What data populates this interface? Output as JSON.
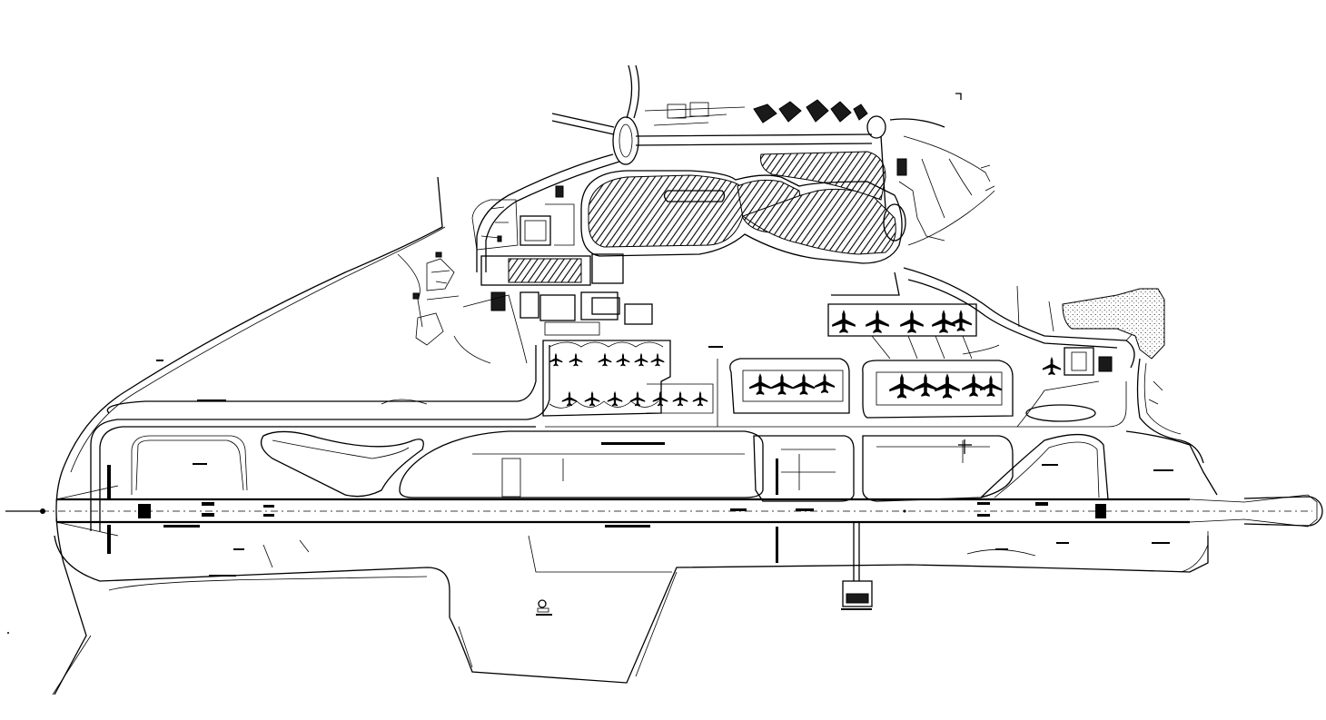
{
  "drawing": {
    "colors": {
      "line": "#000000",
      "background": "#ffffff"
    },
    "parts": {
      "runway": "runway",
      "parallel_taxiway": "parallel-taxiway",
      "apron_west": "apron-west",
      "apron_central": "apron-central",
      "apron_east": "apron-east",
      "landside_parking": "landside-parking",
      "access_road": "access-road",
      "roundabout": "roundabout",
      "terminal": "terminal-buildings",
      "aircraft": "aircraft-icon",
      "wind_indicator": "wind-indicator",
      "perimeter_road": "perimeter-road",
      "shoreline": "shoreline-stipple"
    }
  }
}
